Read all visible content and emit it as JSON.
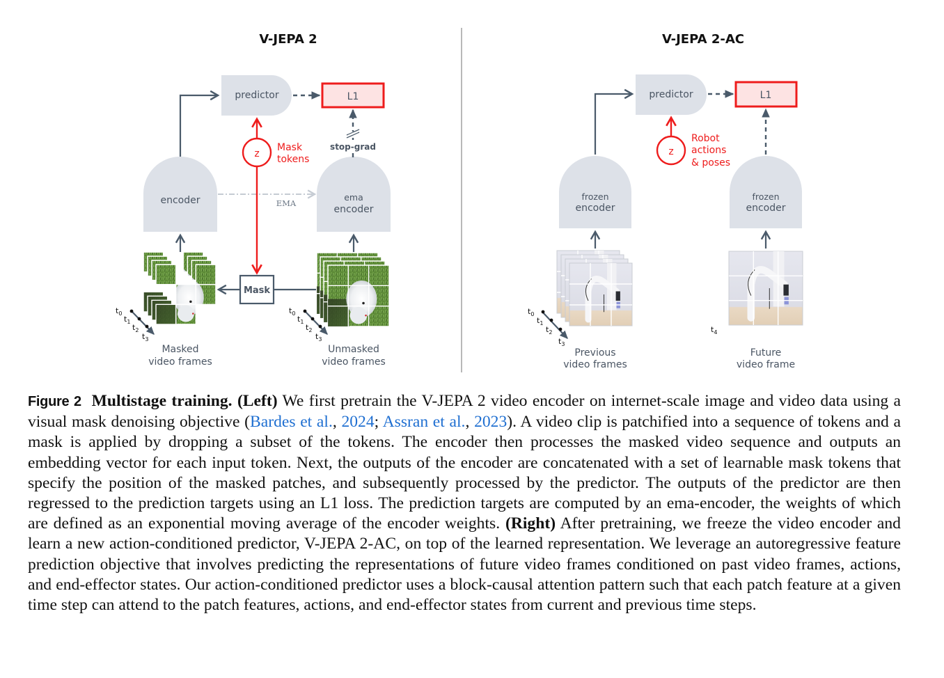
{
  "left_panel": {
    "title": "V-JEPA 2",
    "predictor_label": "predictor",
    "loss_label": "L1",
    "encoder_label": "encoder",
    "ema_encoder_label_1": "ema",
    "ema_encoder_label_2": "encoder",
    "ema_arrow_label": "EMA",
    "stop_grad_label": "stop-grad",
    "z_label": "z",
    "mask_tokens_label_1": "Mask",
    "mask_tokens_label_2": "tokens",
    "mask_box_label": "Mask",
    "masked_frames_label_1": "Masked",
    "masked_frames_label_2": "video frames",
    "unmasked_frames_label_1": "Unmasked",
    "unmasked_frames_label_2": "video frames",
    "time_labels": [
      "t0",
      "t1",
      "t2",
      "t3"
    ]
  },
  "right_panel": {
    "title": "V-JEPA 2-AC",
    "predictor_label": "predictor",
    "loss_label": "L1",
    "frozen_encoder_left_1": "frozen",
    "frozen_encoder_left_2": "encoder",
    "frozen_encoder_right_1": "frozen",
    "frozen_encoder_right_2": "encoder",
    "z_label": "z",
    "robot_label_1": "Robot",
    "robot_label_2": "actions",
    "robot_label_3": "& poses",
    "previous_frames_label_1": "Previous",
    "previous_frames_label_2": "video frames",
    "future_frame_label_1": "Future",
    "future_frame_label_2": "video frame",
    "time_labels": [
      "t0",
      "t1",
      "t2",
      "t3"
    ],
    "future_time_label": "t4"
  },
  "colors": {
    "block_fill": "#dde1e8",
    "arrow": "#4a5a6a",
    "red": "#ee1c1c",
    "loss_fill": "#fde3e3",
    "text_gray": "#4a5563",
    "cite_blue": "#1f6fd1"
  },
  "caption": {
    "figure_label": "Figure 2",
    "title": "Multistage training.",
    "left_tag": "(Left)",
    "text_1": " We first pretrain the V-JEPA 2 video encoder on internet-scale image and video data using a visual mask denoising objective (",
    "cite_1": "Bardes et al.",
    "sep_1": ", ",
    "cite_1_year": "2024",
    "sep_2": "; ",
    "cite_2": "Assran et al.",
    "sep_3": ", ",
    "cite_2_year": "2023",
    "text_2": "). A video clip is patchified into a sequence of tokens and a mask is applied by dropping a subset of the tokens. The encoder then processes the masked video sequence and outputs an embedding vector for each input token. Next, the outputs of the encoder are concatenated with a set of learnable mask tokens that specify the position of the masked patches, and subsequently processed by the predictor. The outputs of the predictor are then regressed to the prediction targets using an L1 loss. The prediction targets are computed by an ema-encoder, the weights of which are defined as an exponential moving average of the encoder weights. ",
    "right_tag": "(Right)",
    "text_3": " After pretraining, we freeze the video encoder and learn a new action-conditioned predictor, V-JEPA 2-AC, on top of the learned representation. We leverage an autoregressive feature prediction objective that involves predicting the representations of future video frames conditioned on past video frames, actions, and end-effector states. Our action-conditioned predictor uses a block-causal attention pattern such that each patch feature at a given time step can attend to the patch features, actions, and end-effector states from current and previous time steps."
  }
}
